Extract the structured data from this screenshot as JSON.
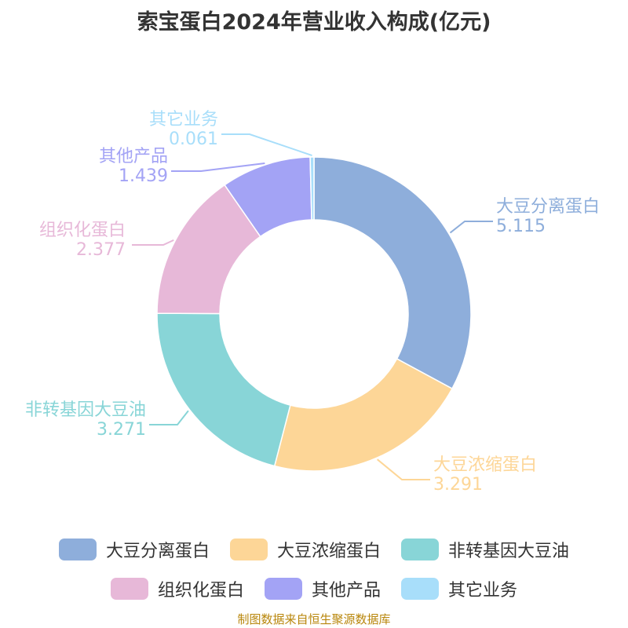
{
  "title": "索宝蛋白2024年营业收入构成(亿元)",
  "source": "制图数据来自恒生聚源数据库",
  "chart_data": {
    "type": "pie",
    "donut": true,
    "title": "索宝蛋白2024年营业收入构成(亿元)",
    "slices": [
      {
        "label": "大豆分离蛋白",
        "value": 5.115,
        "value_text": "5.115",
        "color": "#8eaedb"
      },
      {
        "label": "大豆浓缩蛋白",
        "value": 3.291,
        "value_text": "3.291",
        "color": "#fdd697"
      },
      {
        "label": "非转基因大豆油",
        "value": 3.271,
        "value_text": "3.271",
        "color": "#88d5d7"
      },
      {
        "label": "组织化蛋白",
        "value": 2.377,
        "value_text": "2.377",
        "color": "#e7b8d8"
      },
      {
        "label": "其他产品",
        "value": 1.439,
        "value_text": "1.439",
        "color": "#a3a3f5"
      },
      {
        "label": "其它业务",
        "value": 0.061,
        "value_text": "0.061",
        "color": "#a8defa"
      }
    ],
    "legend_position": "bottom"
  }
}
